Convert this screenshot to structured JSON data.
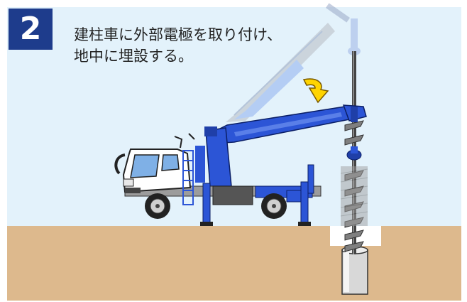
{
  "step": {
    "number": "2",
    "caption_line1": "建柱車に外部電極を取り付け、",
    "caption_line2": "地中に埋設する。"
  },
  "colors": {
    "sky": "#e3f2fb",
    "ground": "#ddb98d",
    "badge": "#1e3c8c",
    "crane_blue": "#2c55d6",
    "arrow_yellow": "#ffd400"
  }
}
